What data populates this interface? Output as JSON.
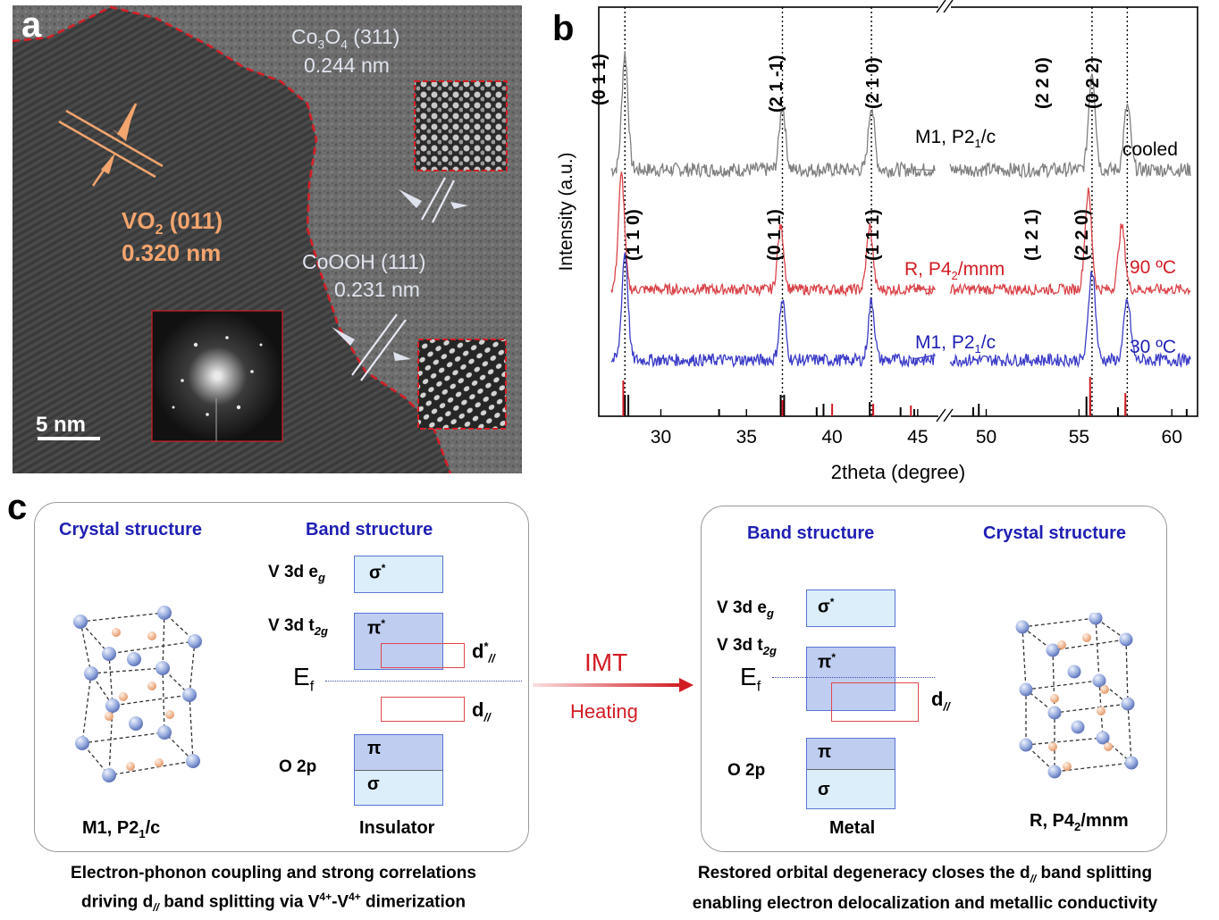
{
  "panel_a": {
    "letter": "a",
    "scale_bar": "5 nm",
    "vo2_label_1": "VO",
    "vo2_label_2": "(011)",
    "vo2_d": "0.320 nm",
    "co3o4_label": "Co",
    "co3o4_hkl": "(311)",
    "co3o4_d": "0.244 nm",
    "cooh_label": "CoOOH (111)",
    "cooh_d": "0.231 nm"
  },
  "panel_b": {
    "letter": "b",
    "peak_labels_top": [
      "(0 1 1)",
      "(2 1 -1)",
      "(2 1 0)",
      "(2 2 0)",
      "(0 2 2)"
    ],
    "peak_labels_mid": [
      "(1 1 0)",
      "(0 1 1)",
      "(1 1 1)",
      "(1 2 1)",
      "(2 2 0)"
    ],
    "phase_cooled": "M1, P2",
    "phase_cooled_suffix": "/c",
    "phase_hot": "R, P4",
    "phase_hot_suffix": "/mnm",
    "phase_rt": "M1, P2",
    "phase_rt_suffix": "/c",
    "tag_cooled": "cooled",
    "tag_hot": "90 ºC",
    "tag_rt": "30 ºC"
  },
  "chart_data": {
    "type": "line",
    "title": "",
    "xlabel": "2theta (degree)",
    "ylabel": "Intensity (a.u.)",
    "x_ticks": [
      30,
      35,
      40,
      45,
      50,
      55,
      60
    ],
    "axis_break": true,
    "series": [
      {
        "name": "cooled",
        "color": "#808080",
        "peaks": [
          27.9,
          37.1,
          42.3,
          55.7,
          57.6
        ]
      },
      {
        "name": "90 ºC",
        "color": "#d9444a",
        "peaks": [
          27.7,
          37.0,
          42.2,
          55.5,
          57.3
        ]
      },
      {
        "name": "30 ºC",
        "color": "#3c3cc8",
        "peaks": [
          27.9,
          37.1,
          42.3,
          55.7,
          57.6
        ]
      }
    ],
    "reference_lines": [
      27.9,
      37.1,
      42.3,
      55.7,
      57.6
    ]
  },
  "panel_c": {
    "letter": "c",
    "left": {
      "crystal_header": "Crystal structure",
      "band_header": "Band structure",
      "eg_label": "V 3d e",
      "eg_sub": "g",
      "t2g_label": "V 3d t",
      "t2g_sub": "2g",
      "ef_label": "E",
      "ef_sub": "f",
      "o2p_label": "O 2p",
      "sigma_star": "σ",
      "pi_star": "π",
      "d_star": "d",
      "d_par": "d",
      "pi": "π",
      "sigma": "σ",
      "state": "Insulator",
      "phase": "M1, P2",
      "phase_suffix": "/c"
    },
    "arrow_top": "IMT",
    "arrow_bottom": "Heating",
    "right": {
      "band_header": "Band structure",
      "crystal_header": "Crystal structure",
      "eg_label": "V 3d e",
      "eg_sub": "g",
      "t2g_label": "V 3d t",
      "t2g_sub": "2g",
      "ef_label": "E",
      "ef_sub": "f",
      "o2p_label": "O 2p",
      "sigma_star": "σ",
      "pi_star": "π",
      "d_par": "d",
      "pi": "π",
      "sigma": "σ",
      "state": "Metal",
      "phase": "R, P4",
      "phase_suffix": "/mnm"
    },
    "caption_left_1": "Electron-phonon coupling and strong correlations",
    "caption_left_2a": "driving d",
    "caption_left_2b": " band splitting via V",
    "caption_left_2c": "-V",
    "caption_left_2d": " dimerization",
    "caption_right_1a": "Restored orbital degeneracy closes the d",
    "caption_right_1b": " band splitting",
    "caption_right_2": "enabling electron delocalization and metallic conductivity"
  }
}
